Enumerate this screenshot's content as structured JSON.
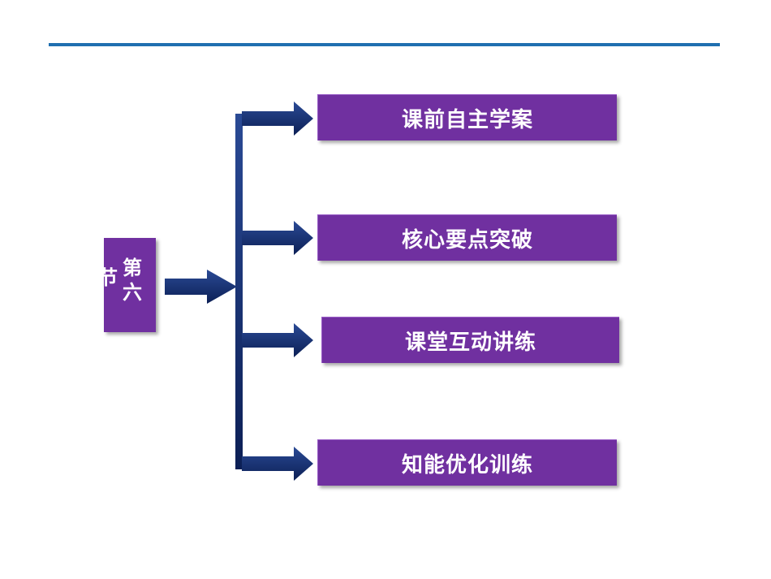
{
  "boxes": [
    {
      "label": "课前自主学案"
    },
    {
      "label": "核心要点突破"
    },
    {
      "label": "课堂互动讲练"
    },
    {
      "label": "知能优化训练"
    }
  ],
  "side": {
    "col1": "第六",
    "col2": "节"
  },
  "colors": {
    "box_fill": "#7030a0",
    "arrow": "#0f2a6a",
    "rule": "#1f6fb0"
  }
}
